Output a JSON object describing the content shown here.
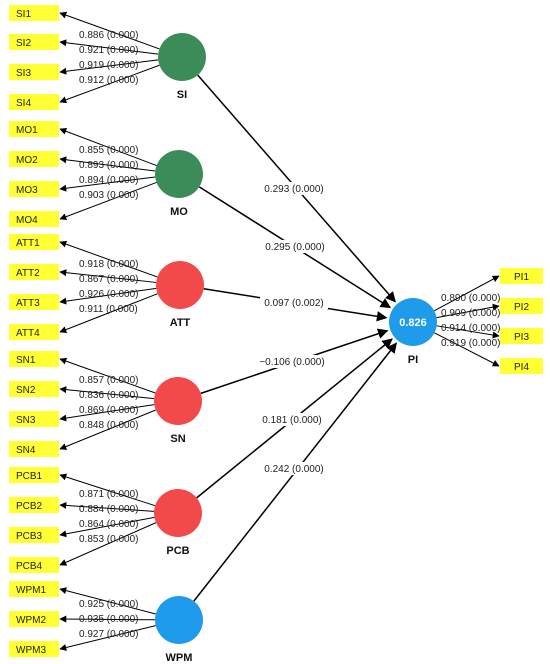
{
  "colors": {
    "indicator_fill": "#ffff33",
    "independent_construct": "#3c8c5a",
    "barrier_construct": "#f24a4a",
    "blue_construct": "#1e9bea",
    "arrow": "#000000"
  },
  "constructs": [
    {
      "id": "SI",
      "label": "SI",
      "color": "#3c8c5a",
      "indicators": [
        "SI1",
        "SI2",
        "SI3",
        "SI4"
      ],
      "loadings": [
        "0.886 (0.000)",
        "0.921 (0.000)",
        "0.919 (0.000)",
        "0.912 (0.000)"
      ]
    },
    {
      "id": "MO",
      "label": "MO",
      "color": "#3c8c5a",
      "indicators": [
        "MO1",
        "MO2",
        "MO3",
        "MO4"
      ],
      "loadings": [
        "0.855 (0.000)",
        "0.893 (0.000)",
        "0.894 (0.000)",
        "0.903 (0.000)"
      ]
    },
    {
      "id": "ATT",
      "label": "ATT",
      "color": "#f24a4a",
      "indicators": [
        "ATT1",
        "ATT2",
        "ATT3",
        "ATT4"
      ],
      "loadings": [
        "0.918 (0.000)",
        "0.867 (0.000)",
        "0.926 (0.000)",
        "0.911 (0.000)"
      ]
    },
    {
      "id": "SN",
      "label": "SN",
      "color": "#f24a4a",
      "indicators": [
        "SN1",
        "SN2",
        "SN3",
        "SN4"
      ],
      "loadings": [
        "0.857 (0.000)",
        "0.836 (0.000)",
        "0.869 (0.000)",
        "0.848 (0.000)"
      ]
    },
    {
      "id": "PCB",
      "label": "PCB",
      "color": "#f24a4a",
      "indicators": [
        "PCB1",
        "PCB2",
        "PCB3",
        "PCB4"
      ],
      "loadings": [
        "0.871 (0.000)",
        "0.884 (0.000)",
        "0.864 (0.000)",
        "0.853 (0.000)"
      ]
    },
    {
      "id": "WPM",
      "label": "WPM",
      "color": "#1e9bea",
      "indicators": [
        "WPM1",
        "WPM2",
        "WPM3"
      ],
      "loadings": [
        "0.925 (0.000)",
        "0.935 (0.000)",
        "0.927 (0.000)"
      ]
    }
  ],
  "target": {
    "id": "PI",
    "label": "PI",
    "r2": "0.826",
    "color": "#1e9bea",
    "indicators": [
      "PI1",
      "PI2",
      "PI3",
      "PI4"
    ],
    "loadings": [
      "0.890 (0.000)",
      "0.909 (0.000)",
      "0.914 (0.000)",
      "0.919 (0.000)"
    ]
  },
  "paths": [
    {
      "from": "SI",
      "coefficient": "0.293 (0.000)"
    },
    {
      "from": "MO",
      "coefficient": "0.295 (0.000)"
    },
    {
      "from": "ATT",
      "coefficient": "0.097 (0.002)"
    },
    {
      "from": "SN",
      "coefficient": "−0.106 (0.000)"
    },
    {
      "from": "PCB",
      "coefficient": "0.181 (0.000)"
    },
    {
      "from": "WPM",
      "coefficient": "0.242 (0.000)"
    }
  ]
}
